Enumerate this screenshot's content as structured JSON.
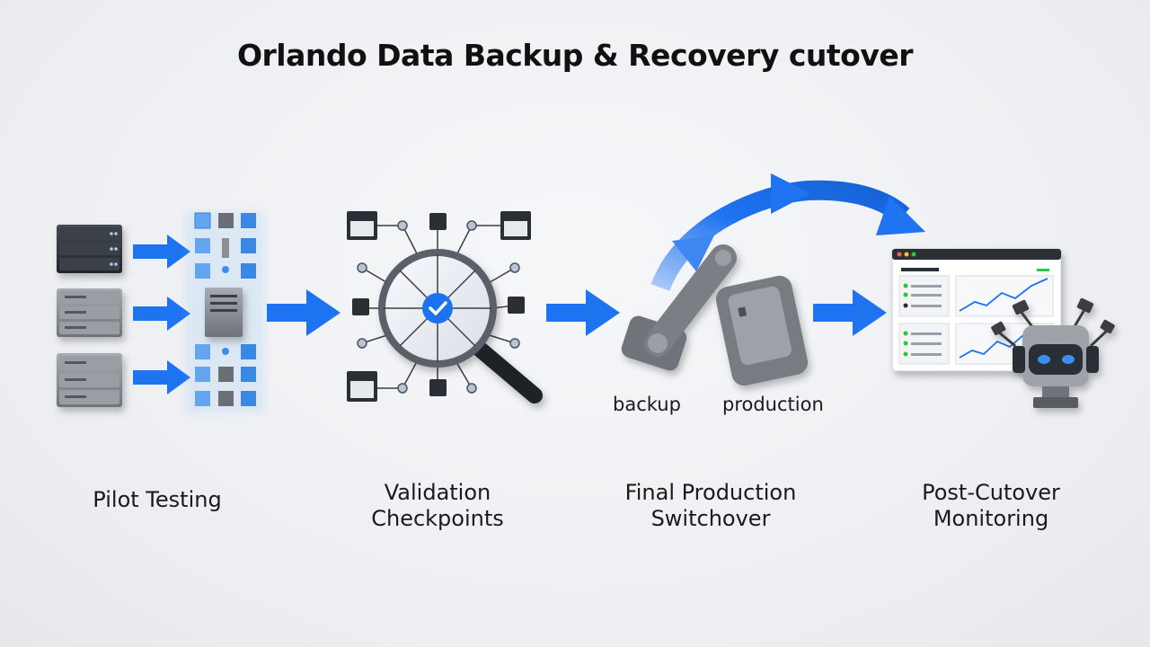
{
  "title": "Orlando Data Backup & Recovery cutover",
  "stages": [
    {
      "label_line1": "Pilot Testing",
      "label_line2": ""
    },
    {
      "label_line1": "Validation",
      "label_line2": "Checkpoints"
    },
    {
      "label_line1": "Final Production",
      "label_line2": "Switchover"
    },
    {
      "label_line1": "Post-Cutover",
      "label_line2": "Monitoring"
    }
  ],
  "switch_labels": {
    "left": "backup",
    "right": "production"
  },
  "colors": {
    "accent": "#1e73f0",
    "server_dark": "#2d3138",
    "server_gray": "#8a8d93",
    "text": "#111111"
  },
  "icons": [
    "server-rack-icon",
    "magnifier-check-icon",
    "lever-switch-icon",
    "dashboard-robot-icon",
    "arrow-right-icon",
    "curved-arrow-icon"
  ]
}
